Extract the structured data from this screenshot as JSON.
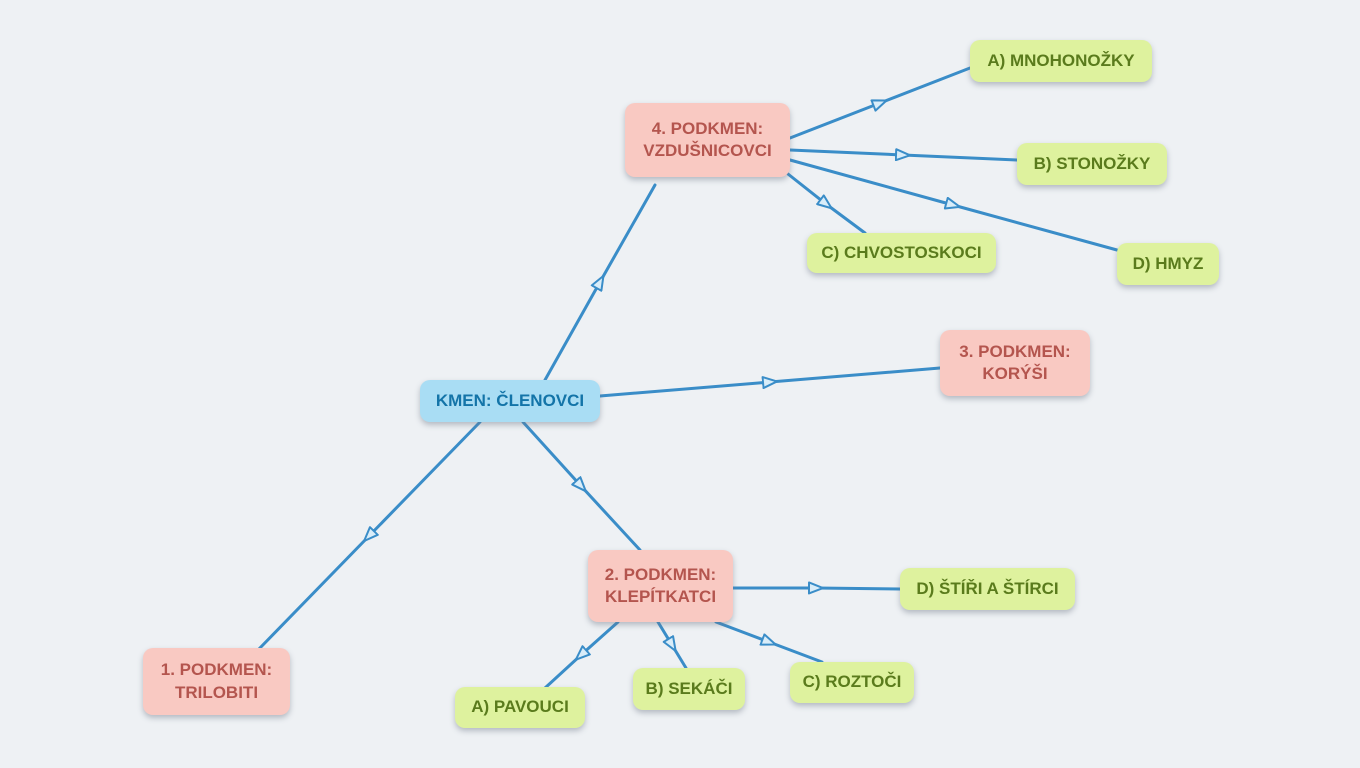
{
  "diagram": {
    "title_implicit": "Taxonomy mind map of phylum Arthropoda (Czech)",
    "nodes": [
      {
        "id": "kmen",
        "type": "root",
        "label": "KMEN: ČLENOVCI"
      },
      {
        "id": "podkmen4",
        "type": "subphylum",
        "line1": "4. PODKMEN:",
        "line2": "VZDUŠNICOVCI"
      },
      {
        "id": "podkmen3",
        "type": "subphylum",
        "line1": "3. PODKMEN:",
        "line2": "KORÝŠI"
      },
      {
        "id": "podkmen2",
        "type": "subphylum",
        "line1": "2. PODKMEN:",
        "line2": "KLEPÍTKATCI"
      },
      {
        "id": "podkmen1",
        "type": "subphylum",
        "line1": "1. PODKMEN:",
        "line2": "TRILOBITI"
      },
      {
        "id": "mnohonozky",
        "type": "class",
        "label": "A) MNOHONOŽKY"
      },
      {
        "id": "stonozky",
        "type": "class",
        "label": "B) STONOŽKY"
      },
      {
        "id": "chvostoskoci",
        "type": "class",
        "label": "C) CHVOSTOSKOCI"
      },
      {
        "id": "hmyz",
        "type": "class",
        "label": "D) HMYZ"
      },
      {
        "id": "stiri",
        "type": "class",
        "label": "D) ŠTÍŘI A ŠTÍRCI"
      },
      {
        "id": "pavouci",
        "type": "class",
        "label": "A) PAVOUCI"
      },
      {
        "id": "sekaci",
        "type": "class",
        "label": "B) SEKÁČI"
      },
      {
        "id": "roztoci",
        "type": "class",
        "label": "C) ROZTOČI"
      }
    ],
    "edges": [
      {
        "from": "kmen",
        "to": "podkmen4"
      },
      {
        "from": "kmen",
        "to": "podkmen3"
      },
      {
        "from": "kmen",
        "to": "podkmen2"
      },
      {
        "from": "kmen",
        "to": "podkmen1"
      },
      {
        "from": "podkmen4",
        "to": "mnohonozky"
      },
      {
        "from": "podkmen4",
        "to": "stonozky"
      },
      {
        "from": "podkmen4",
        "to": "chvostoskoci"
      },
      {
        "from": "podkmen4",
        "to": "hmyz"
      },
      {
        "from": "podkmen2",
        "to": "stiri"
      },
      {
        "from": "podkmen2",
        "to": "pavouci"
      },
      {
        "from": "podkmen2",
        "to": "sekaci"
      },
      {
        "from": "podkmen2",
        "to": "roztoci"
      }
    ],
    "colors": {
      "background": "#eef1f4",
      "root_fill": "#a9ddf4",
      "root_text": "#1374a8",
      "subphylum_fill": "#f9c9c2",
      "subphylum_text": "#b4554e",
      "class_fill": "#def29e",
      "class_text": "#5a7b1c",
      "edge": "#3a8dc8"
    }
  }
}
